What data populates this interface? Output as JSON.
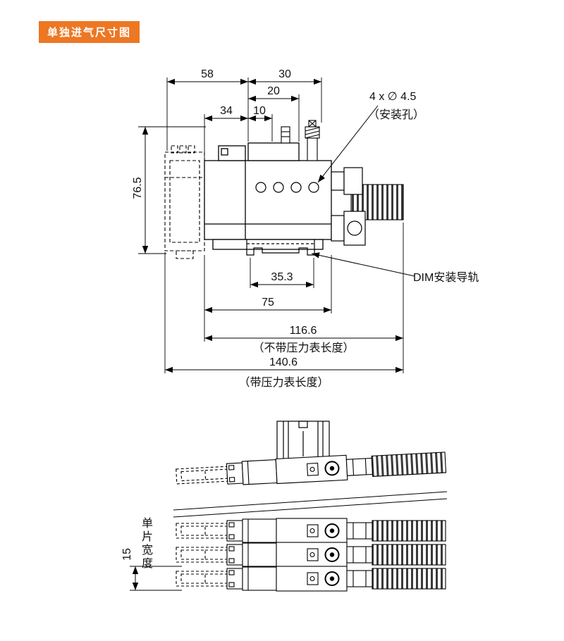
{
  "colors": {
    "badge_bg": "#ED7723",
    "line": "#000000"
  },
  "badge": {
    "title": "单独进气尺寸图"
  },
  "main_drawing": {
    "dimensions": {
      "top_58": "58",
      "top_30": "30",
      "top_20": "20",
      "top_34": "34",
      "top_10": "10",
      "left_height": "76.5",
      "clip_width": "35.3",
      "body_width": "75",
      "length_no_gauge": "116.6",
      "length_with_gauge": "140.6"
    },
    "labels": {
      "mounting_holes": "4 x ∅ 4.5",
      "mounting_holes_note": "（安装孔）",
      "no_gauge_note": "（不带压力表长度）",
      "with_gauge_note": "（带压力表长度）",
      "din_rail": "DIM安装导轨"
    }
  },
  "bottom_drawing": {
    "dimensions": {
      "slice_width": "15"
    },
    "labels": {
      "slice_width_note": "单片宽度"
    }
  }
}
